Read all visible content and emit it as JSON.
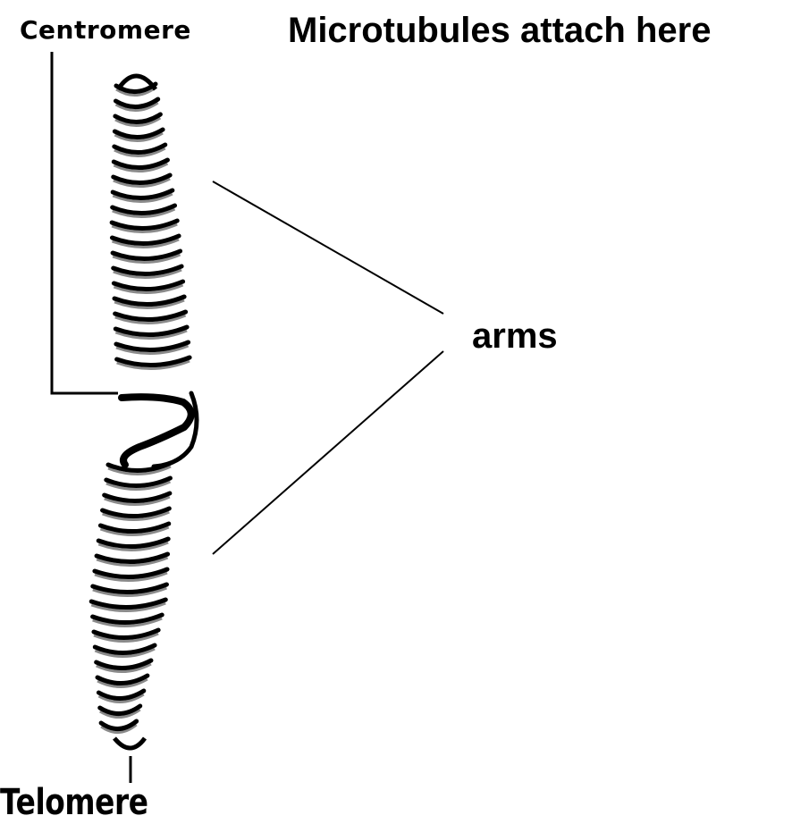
{
  "labels": {
    "centromere": "Centromere",
    "microtubules": "Microtubules attach here",
    "arms": "arms",
    "telomere": "Telomere"
  },
  "colors": {
    "background": "#ffffff",
    "ink": "#000000",
    "band_shadow": "#8a8a8a"
  }
}
